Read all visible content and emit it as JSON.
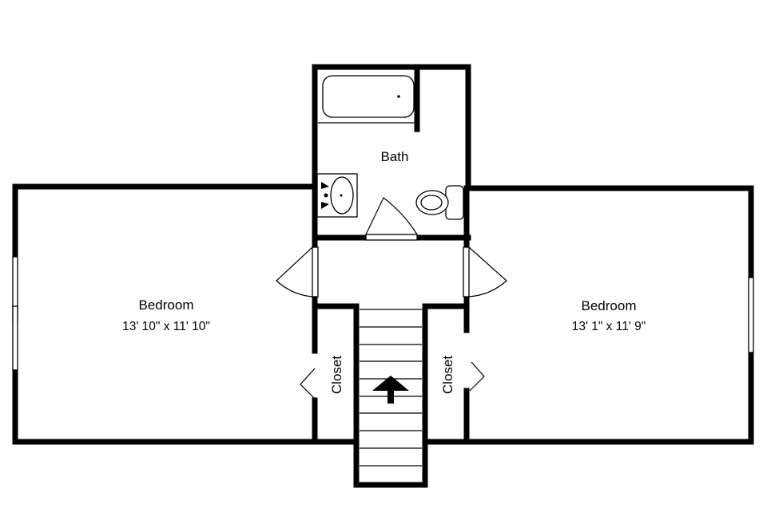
{
  "rooms": {
    "bath": {
      "name": "Bath"
    },
    "bedroom_left": {
      "name": "Bedroom",
      "dimensions": "13' 10\" x 11' 10\""
    },
    "bedroom_right": {
      "name": "Bedroom",
      "dimensions": "13' 1\" x 11' 9\""
    },
    "closet_left": {
      "name": "Closet"
    },
    "closet_right": {
      "name": "Closet"
    }
  },
  "colors": {
    "wall": "#000000",
    "background": "#ffffff"
  },
  "stairs": {
    "direction": "up"
  }
}
